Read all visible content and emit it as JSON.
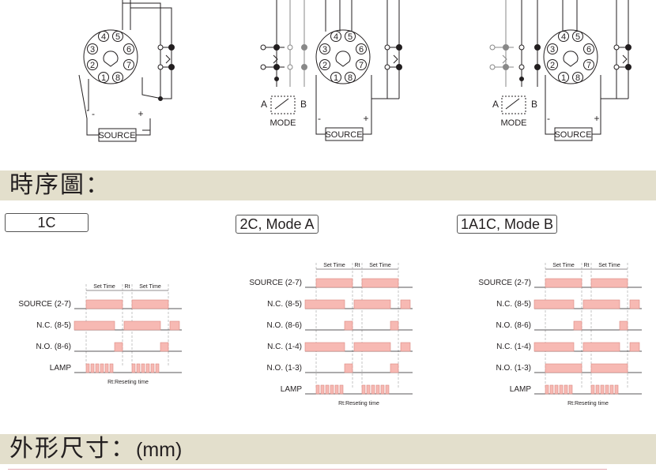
{
  "colors": {
    "band": "#e3dfcc",
    "pulse": "#f7b9b3",
    "pulse_stroke": "#d98880",
    "ink": "#231f20"
  },
  "wiring": {
    "source_label": "SOURCE",
    "minus": "-",
    "plus": "+",
    "mode_label": "MODE",
    "switch_a": "A",
    "switch_b": "B",
    "pins": [
      "1",
      "2",
      "3",
      "4",
      "5",
      "6",
      "7",
      "8"
    ]
  },
  "sections": {
    "timing_title": "時序圖：",
    "dimension_title": "外形尺寸：",
    "dimension_unit": "(mm)"
  },
  "timing": {
    "set_time": "Set Time",
    "rt": "Rt",
    "rt_note": "Rt:Reseting time",
    "diagrams": [
      {
        "tag": "1C",
        "rows": [
          "SOURCE (2-7)",
          "N.C. (8-5)",
          "N.O. (8-6)",
          "LAMP"
        ]
      },
      {
        "tag": "2C, Mode A",
        "rows": [
          "SOURCE (2-7)",
          "N.C. (8-5)",
          "N.O. (8-6)",
          "N.C. (1-4)",
          "N.O. (1-3)",
          "LAMP"
        ]
      },
      {
        "tag": "1A1C, Mode B",
        "rows": [
          "SOURCE (2-7)",
          "N.C. (8-5)",
          "N.O. (8-6)",
          "N.C. (1-4)",
          "N.O. (1-3)",
          "LAMP"
        ]
      }
    ]
  }
}
